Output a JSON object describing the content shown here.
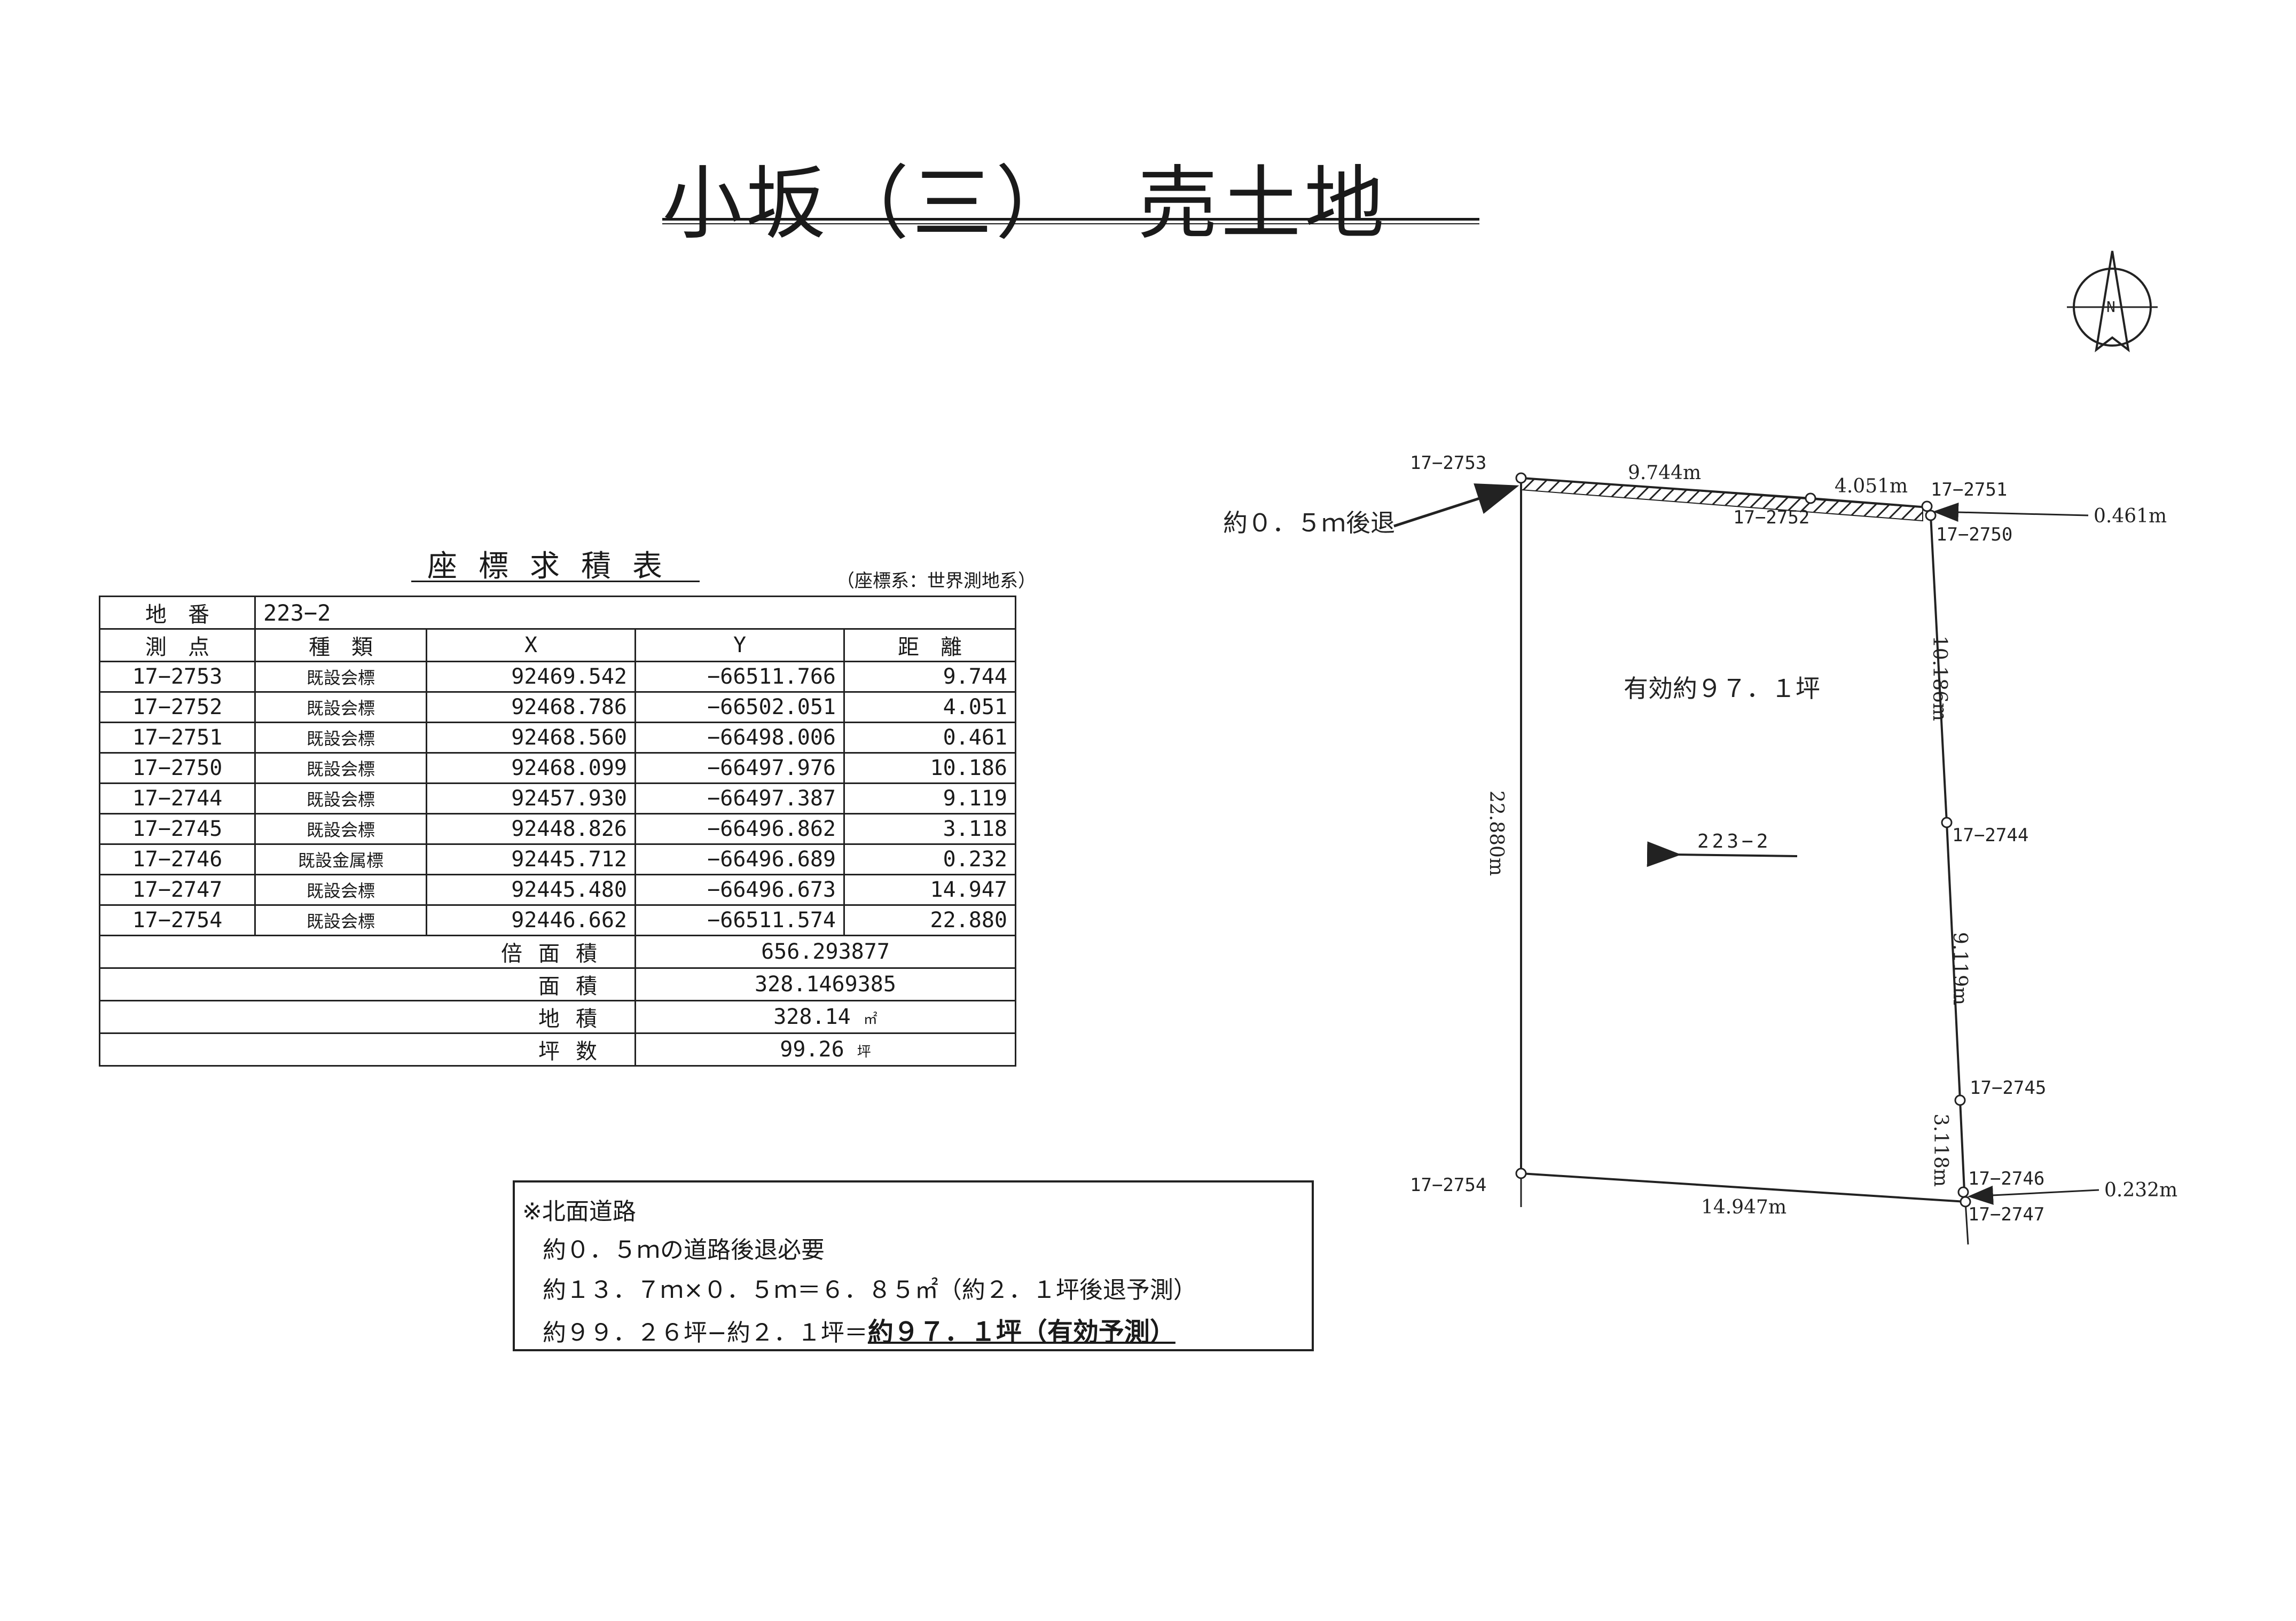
{
  "title": {
    "main": "小坂（三）",
    "sub": "売土地"
  },
  "table": {
    "heading": "座標求積表",
    "coord_system_note": "（座標系：世界測地系）",
    "lot_label": "地　番",
    "lot_value": "223−2",
    "columns": {
      "point": "測　点",
      "kind": "種　類",
      "x": "X",
      "y": "Y",
      "distance": "距　離"
    },
    "rows": [
      {
        "point": "17−2753",
        "kind": "既設会標",
        "x": "92469.542",
        "y": "−66511.766",
        "distance": "9.744"
      },
      {
        "point": "17−2752",
        "kind": "既設会標",
        "x": "92468.786",
        "y": "−66502.051",
        "distance": "4.051"
      },
      {
        "point": "17−2751",
        "kind": "既設会標",
        "x": "92468.560",
        "y": "−66498.006",
        "distance": "0.461"
      },
      {
        "point": "17−2750",
        "kind": "既設会標",
        "x": "92468.099",
        "y": "−66497.976",
        "distance": "10.186"
      },
      {
        "point": "17−2744",
        "kind": "既設会標",
        "x": "92457.930",
        "y": "−66497.387",
        "distance": "9.119"
      },
      {
        "point": "17−2745",
        "kind": "既設会標",
        "x": "92448.826",
        "y": "−66496.862",
        "distance": "3.118"
      },
      {
        "point": "17−2746",
        "kind": "既設金属標",
        "x": "92445.712",
        "y": "−66496.689",
        "distance": "0.232"
      },
      {
        "point": "17−2747",
        "kind": "既設会標",
        "x": "92445.480",
        "y": "−66496.673",
        "distance": "14.947"
      },
      {
        "point": "17−2754",
        "kind": "既設会標",
        "x": "92446.662",
        "y": "−66511.574",
        "distance": "22.880"
      }
    ],
    "summary": [
      {
        "label": "倍面積",
        "value": "656.293877",
        "unit": ""
      },
      {
        "label": "面積",
        "value": "328.1469385",
        "unit": ""
      },
      {
        "label": "地積",
        "value": "328.14",
        "unit": "㎡"
      },
      {
        "label": "坪数",
        "value": "99.26",
        "unit": "坪"
      }
    ]
  },
  "plot": {
    "points": {
      "p2753": "17−2753",
      "p2752": "17−2752",
      "p2751": "17−2751",
      "p2750": "17−2750",
      "p2744": "17−2744",
      "p2745": "17−2745",
      "p2746": "17−2746",
      "p2747": "17−2747",
      "p2754": "17−2754"
    },
    "distances": {
      "d_top1": "9.744m",
      "d_top2": "4.051m",
      "d_corner": "0.461m",
      "d_right1": "10.186m",
      "d_right2": "9.119m",
      "d_right3": "3.118m",
      "d_bottom_corner": "0.232m",
      "d_bottom": "14.947m",
      "d_left": "22.880m"
    },
    "setback_label": "約０．５ｍ後退",
    "effective_area": "有効約９７．１坪",
    "lot_number": "223−2",
    "north": "N"
  },
  "note": {
    "line1": "※北面道路",
    "line2": "約０．５ｍの道路後退必要",
    "line3": "約１３．７ｍ×０．５ｍ＝６．８５㎡（約２．１坪後退予測）",
    "line4_prefix": "約９９．２６坪−約２．１坪＝",
    "line4_emph": "約９７．１坪（有効予測）"
  }
}
